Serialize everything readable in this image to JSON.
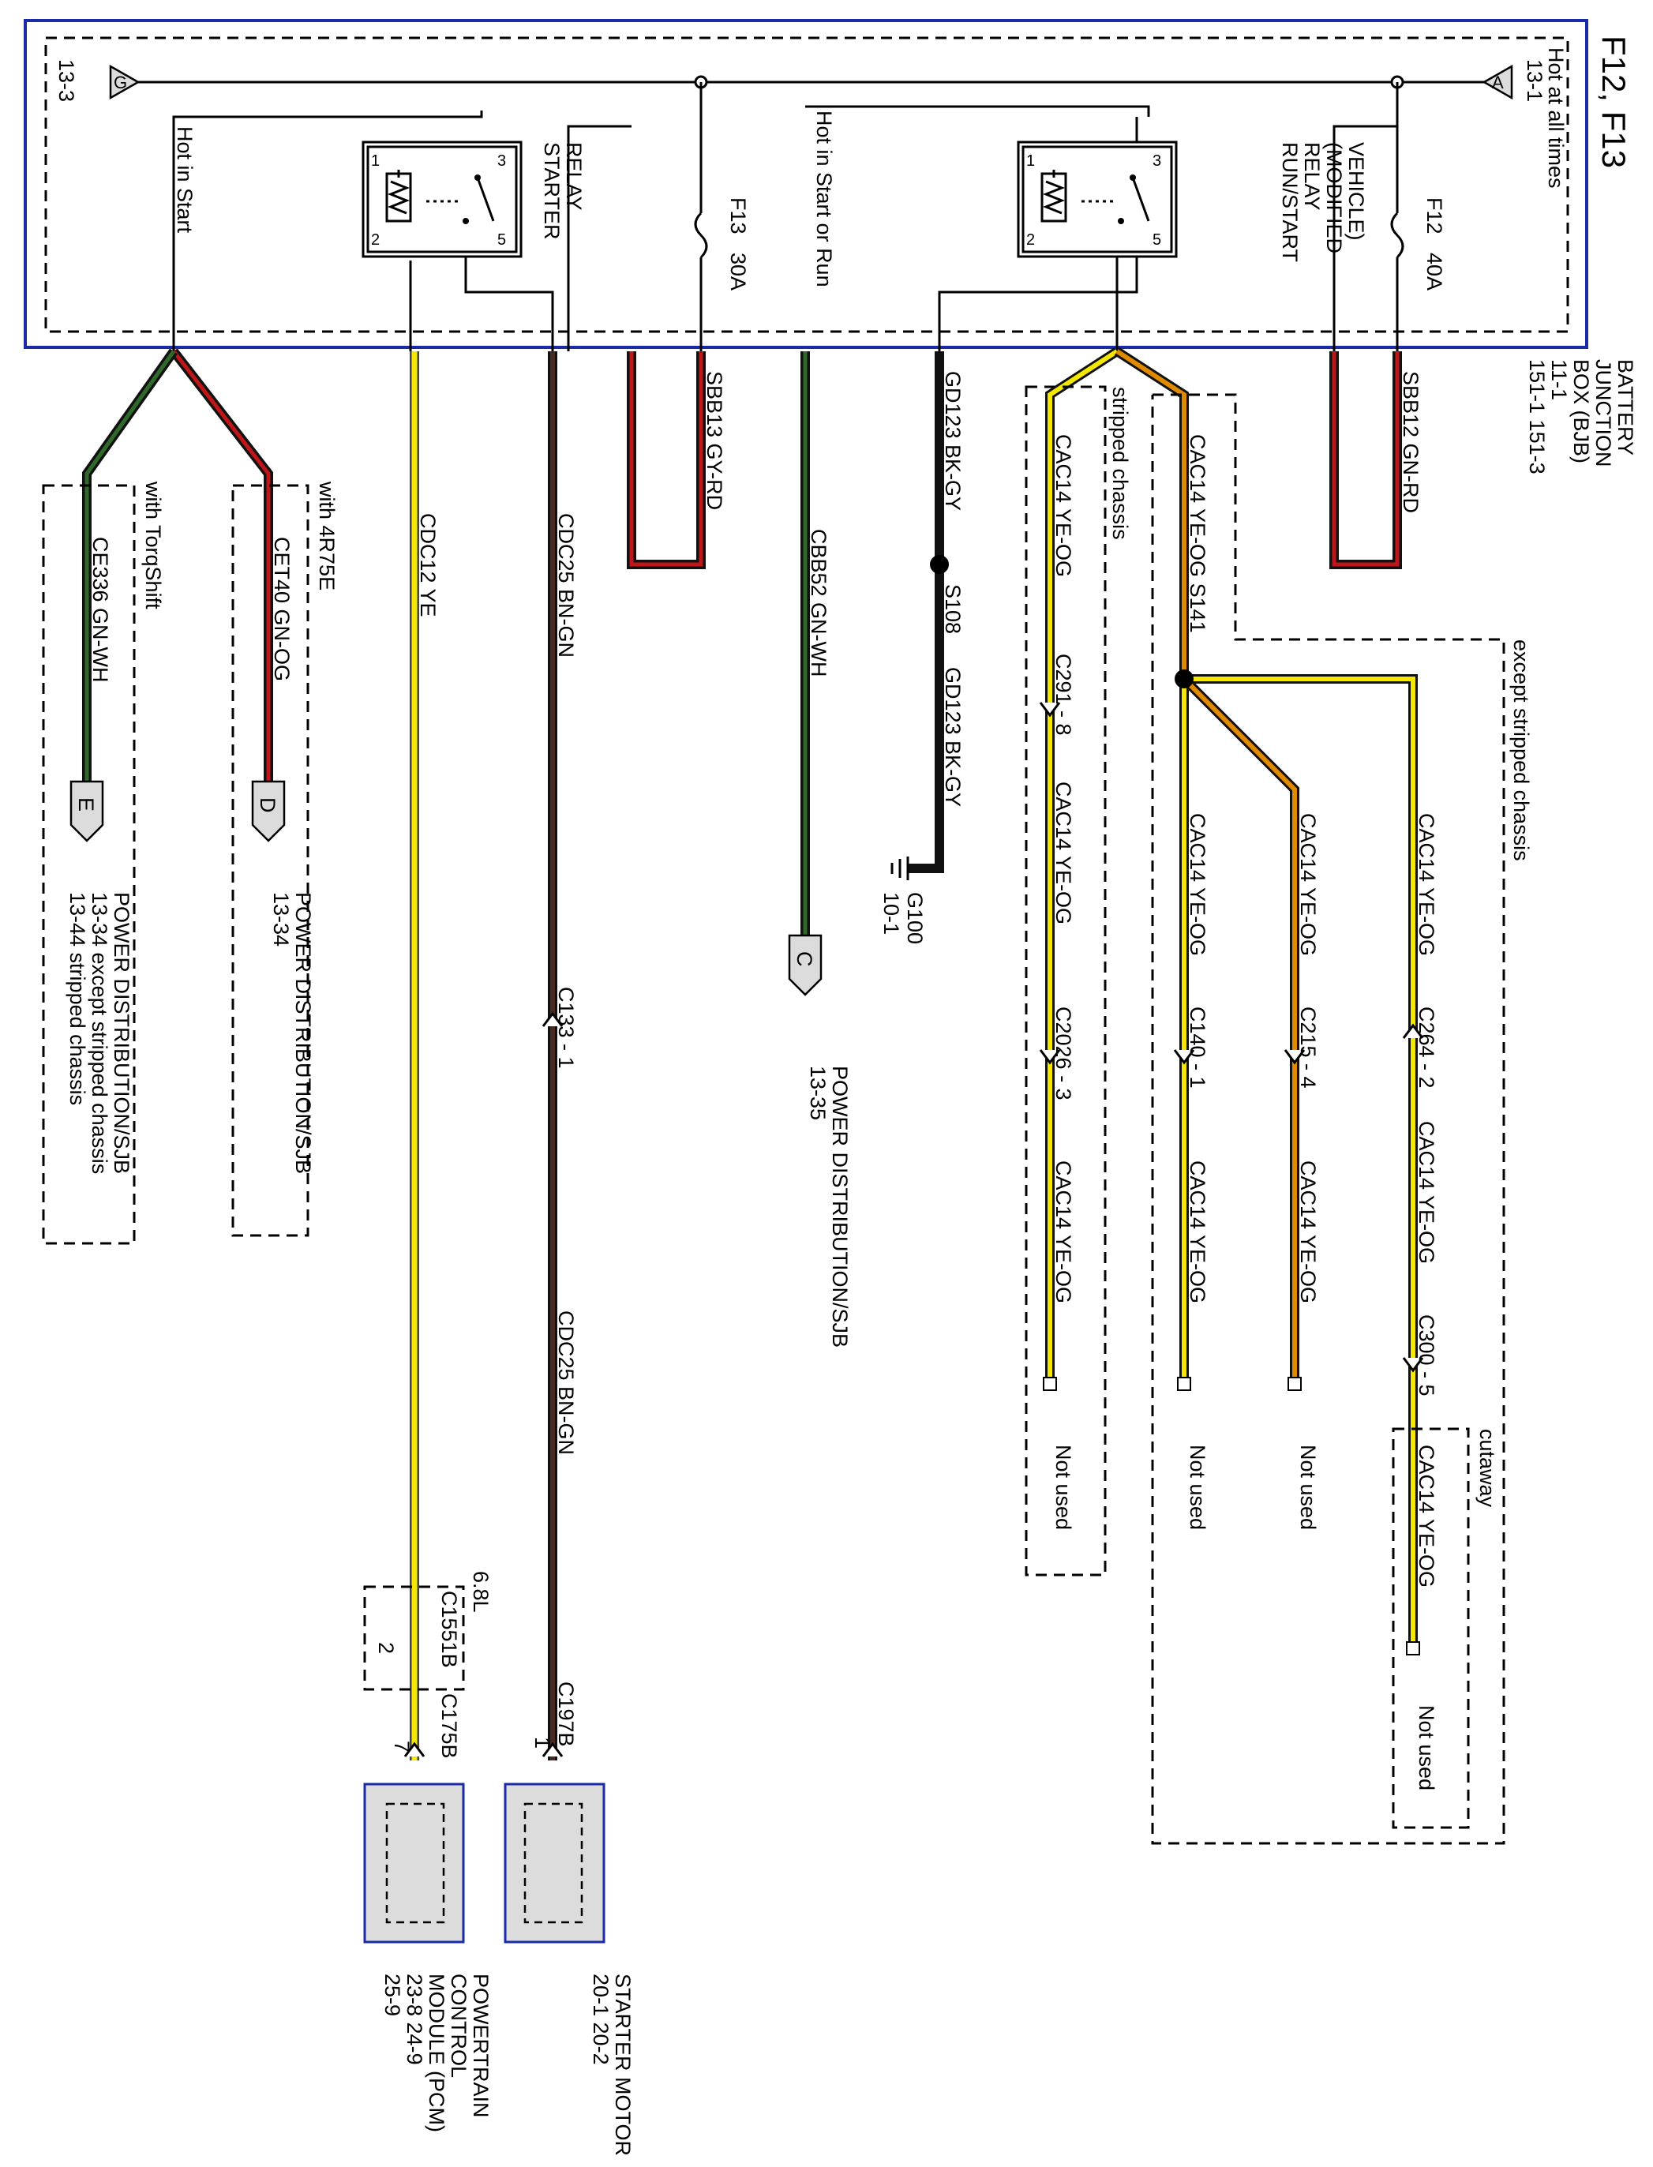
{
  "page_label": "F12, F13",
  "bjb": {
    "name_lines": [
      "BATTERY",
      "JUNCTION",
      "BOX (BJB)",
      "11-1",
      "151-1   151-3"
    ],
    "hot_at_all_times": "Hot at all times",
    "ref_a": "13-1",
    "ref_g": "13-3",
    "connector_a": "A",
    "connector_g": "G",
    "hot_in_start": "Hot in Start",
    "hot_in_start_or_run": "Hot in Start or Run"
  },
  "relays": {
    "starter": {
      "label_lines": [
        "STARTER",
        "RELAY"
      ],
      "pins": [
        "1",
        "2",
        "3",
        "5"
      ]
    },
    "run_start": {
      "label_lines": [
        "RUN/START",
        "RELAY",
        "(MODIFIED",
        "VEHICLE)"
      ],
      "pins": [
        "1",
        "2",
        "3",
        "5"
      ]
    }
  },
  "fuses": {
    "f13": {
      "name": "F13",
      "rating": "30A"
    },
    "f12": {
      "name": "F12",
      "rating": "40A"
    }
  },
  "circuits": {
    "sbb12": "SBB12   GN-RD",
    "sbb13": "SBB13   GY-RD",
    "gd123_a": "GD123   BK-GY",
    "gd123_b": "GD123   BK-GY",
    "s108": "S108",
    "g100": "G100",
    "g100_ref": "10-1",
    "cbb52": "CBB52   GN-WH",
    "cdc25_a": "CDC25   BN-GN",
    "cdc25_b": "CDC25   BN-GN",
    "cdc12": "CDC12   YE",
    "cet40": "CET40   GN-OG",
    "ce336": "CE336   GN-WH",
    "cac14_s141": "CAC14   YE-OG   S141",
    "cac14": "CAC14   YE-OG"
  },
  "conditions": {
    "stripped_chassis": "stripped chassis",
    "except_stripped_chassis": "except stripped chassis",
    "with_4r75e": "with 4R75E",
    "with_torqshift": "with TorqShift",
    "cutaway": "cutaway",
    "engine_68l": "6.8L"
  },
  "connectors": {
    "c291": "C291 - 8",
    "c2026": "C2026 - 3",
    "c140": "C140 - 1",
    "c215": "C215 - 4",
    "c264": "C264 - 2",
    "c300": "C300 - 5",
    "c133": "C133 - 1",
    "c1551b": "C1551B",
    "c1551b_pin": "2",
    "c175b": "C175B",
    "c175b_pin": "7",
    "c197b": "C197B",
    "c197b_pin": "1"
  },
  "not_used": "Not used",
  "offpage": {
    "c": {
      "letter": "C",
      "lines": [
        "POWER DISTRIBUTION/SJB",
        "13-35"
      ]
    },
    "d": {
      "letter": "D",
      "lines": [
        "POWER DISTRIBUTION/SJB",
        "13-34"
      ]
    },
    "e": {
      "letter": "E",
      "lines": [
        "POWER DISTRIBUTION/SJB",
        "13-34  except stripped chassis",
        "13-44  stripped chassis"
      ]
    }
  },
  "components": {
    "starter_motor": {
      "lines": [
        "STARTER MOTOR",
        "20-1   20-2"
      ]
    },
    "pcm": {
      "lines": [
        "POWERTRAIN",
        "CONTROL",
        "MODULE (PCM)",
        "23-8    24-9",
        "25-9"
      ]
    }
  },
  "colors": {
    "frame_blue": "#1a2aa8",
    "wire_yellow": "#f4e800",
    "wire_orange": "#e08a00",
    "wire_red": "#c0161a",
    "wire_green": "#2f6a2a",
    "wire_brown": "#4a2a20",
    "wire_black": "#111111"
  }
}
